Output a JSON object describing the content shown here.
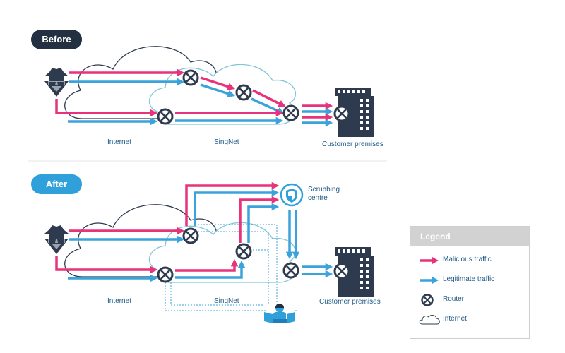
{
  "panels": {
    "before": {
      "title": "Before",
      "internet_label": "Internet",
      "singnet_label": "SingNet",
      "customer_label": "Customer premises"
    },
    "after": {
      "title": "After",
      "internet_label": "Internet",
      "singnet_label": "SingNet",
      "customer_label": "Customer premises",
      "scrubbing_label_line1": "Scrubbing",
      "scrubbing_label_line2": "centre"
    }
  },
  "legend": {
    "title": "Legend",
    "items": [
      {
        "label": "Malicious traffic",
        "icon": "pink-arrow-icon"
      },
      {
        "label": "Legitimate traffic",
        "icon": "blue-arrow-icon"
      },
      {
        "label": "Router",
        "icon": "router-icon"
      },
      {
        "label": "Internet",
        "icon": "cloud-icon"
      }
    ]
  },
  "colors": {
    "malicious": "#e8327a",
    "legitimate": "#3aa3dc",
    "router": "#2e3b4e",
    "cloud_internet": "#2e3b4e",
    "cloud_singnet": "#7fc4d8",
    "before_pill": "#223041",
    "after_pill": "#2fa0da",
    "label_text": "#1e5a86"
  }
}
